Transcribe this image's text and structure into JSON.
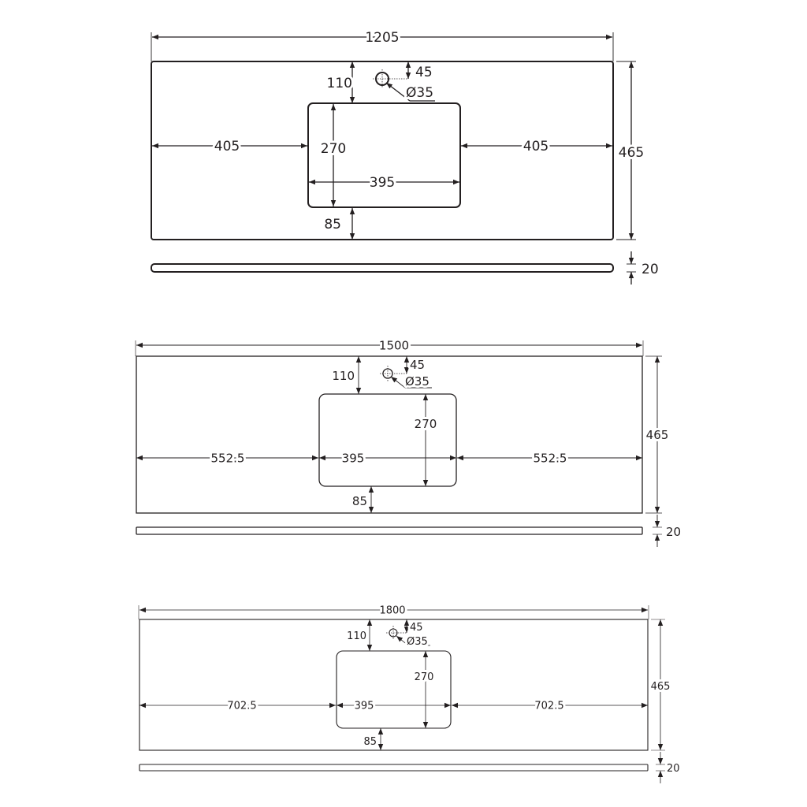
{
  "drawings": [
    {
      "overall_width": "1205",
      "depth": "465",
      "thickness": "20",
      "tap_offset": "110",
      "tap_edge": "45",
      "tap_diameter": "Ø35",
      "left": "405",
      "right": "405",
      "bowl_depth": "270",
      "bowl_width": "395",
      "front": "85"
    },
    {
      "overall_width": "1500",
      "depth": "465",
      "thickness": "20",
      "tap_offset": "110",
      "tap_edge": "45",
      "tap_diameter": "Ø35",
      "left": "552.5",
      "right": "552.5",
      "bowl_depth": "270",
      "bowl_width": "395",
      "front": "85"
    },
    {
      "overall_width": "1800",
      "depth": "465",
      "thickness": "20",
      "tap_offset": "110",
      "tap_edge": "45",
      "tap_diameter": "Ø35",
      "left": "702.5",
      "right": "702.5",
      "bowl_depth": "270",
      "bowl_width": "395",
      "front": "85"
    }
  ],
  "colors": {
    "line": "#231f20",
    "background": "#ffffff"
  }
}
